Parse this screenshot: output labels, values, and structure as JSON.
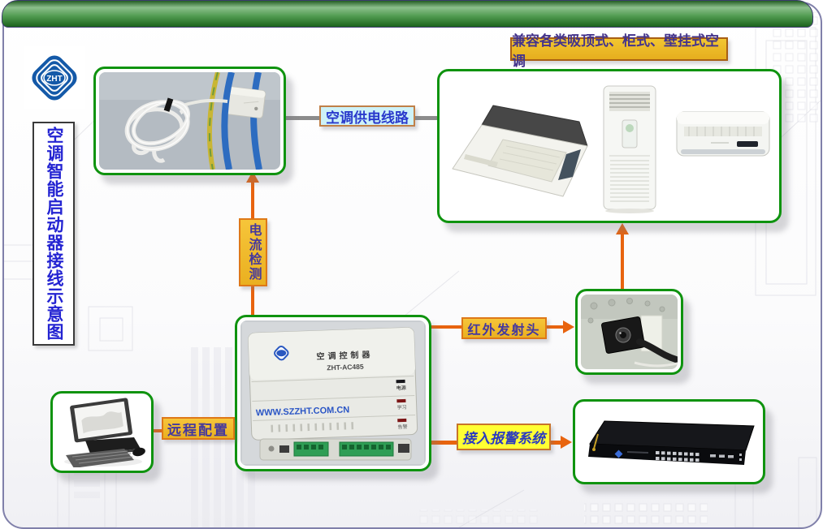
{
  "slide": {
    "vertical_title": "空调智能启动器接线示意图",
    "banner": "兼容各类吸顶式、柜式、壁挂式空调"
  },
  "logo": {
    "text": "ZHT"
  },
  "labels": {
    "power_line": "空调供电线路",
    "current_detect": "电流检测",
    "ir_emitter": "红外发射头",
    "remote_config": "远程配置",
    "alarm_system": "接入报警系统"
  },
  "controller": {
    "title": "空调控制器",
    "model": "ZHT-AC485",
    "website": "WWW.SZZHT.COM.CN",
    "led_labels": [
      "电源",
      "学习",
      "告警"
    ]
  },
  "colors": {
    "box_border": "#0f930f",
    "arrow_orange": "#e8640f",
    "power_line_gray": "#8c8c8c",
    "label_gold": "#eab020",
    "label_yellow": "#ffff33",
    "label_cyan": "#cdf2f8",
    "banner_gold": "#e6ae1e",
    "title_blue": "#2424d2",
    "topbar_green": "#1c631c"
  }
}
